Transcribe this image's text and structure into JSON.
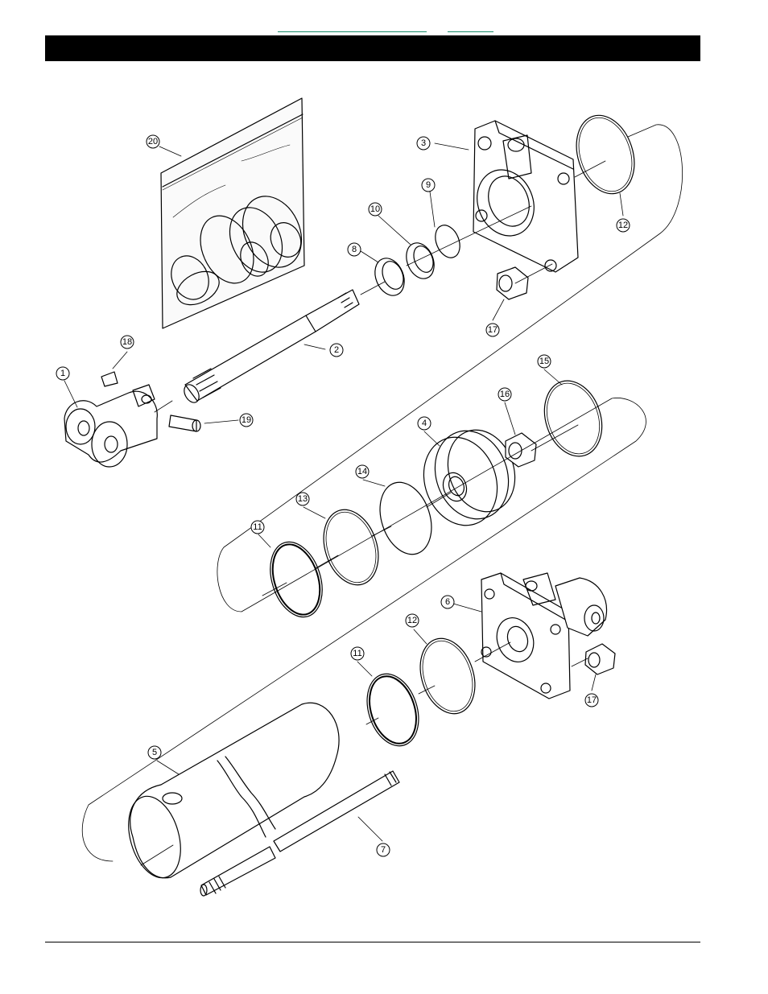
{
  "callouts": [
    {
      "id": "c1",
      "text": "1"
    },
    {
      "id": "c2",
      "text": "2"
    },
    {
      "id": "c3",
      "text": "3"
    },
    {
      "id": "c4",
      "text": "4"
    },
    {
      "id": "c5",
      "text": "5"
    },
    {
      "id": "c6",
      "text": "6"
    },
    {
      "id": "c7",
      "text": "7"
    },
    {
      "id": "c8",
      "text": "8"
    },
    {
      "id": "c9",
      "text": "9"
    },
    {
      "id": "c10",
      "text": "10"
    },
    {
      "id": "c11a",
      "text": "11"
    },
    {
      "id": "c11b",
      "text": "11"
    },
    {
      "id": "c12a",
      "text": "12"
    },
    {
      "id": "c12b",
      "text": "12"
    },
    {
      "id": "c13",
      "text": "13"
    },
    {
      "id": "c14",
      "text": "14"
    },
    {
      "id": "c15",
      "text": "15"
    },
    {
      "id": "c16",
      "text": "16"
    },
    {
      "id": "c17a",
      "text": "17"
    },
    {
      "id": "c17b",
      "text": "17"
    },
    {
      "id": "c18",
      "text": "18"
    },
    {
      "id": "c19",
      "text": "19"
    },
    {
      "id": "c20",
      "text": "20"
    }
  ]
}
